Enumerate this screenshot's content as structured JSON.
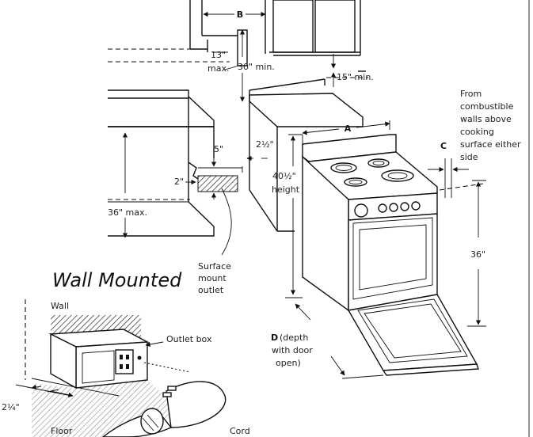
{
  "title": "Wall Mounted",
  "dimensions": {
    "b": "B",
    "max13": "13\"",
    "max13_sub": "max.",
    "min30": "30\" min.",
    "min15": "15\" min.",
    "a": "A",
    "c": "C",
    "c_note": [
      "From",
      "combustible",
      "walls above",
      "cooking",
      "surface either",
      "side"
    ],
    "five": "5\"",
    "two": "2\"",
    "two_half": "2½\"",
    "height_val": "40½\"",
    "height_word": "height",
    "max36": "36\" max.",
    "thirty_six": "36\"",
    "d": "D",
    "d_note": [
      "(depth",
      "with door",
      "open)"
    ],
    "surface_outlet": [
      "Surface",
      "mount",
      "outlet"
    ],
    "wall": "Wall",
    "outlet_box": "Outlet box",
    "two_quarter": "2¼\"",
    "floor": "Floor",
    "cord": "Cord"
  }
}
